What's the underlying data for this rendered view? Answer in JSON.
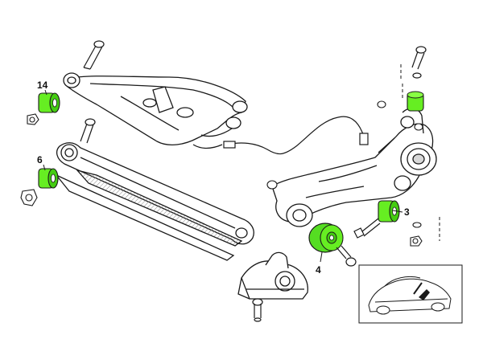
{
  "diagram": {
    "callouts": [
      {
        "id": "14",
        "label": "14"
      },
      {
        "id": "6",
        "label": "6"
      },
      {
        "id": "3",
        "label": "3"
      },
      {
        "id": "4",
        "label": "4"
      }
    ],
    "colors": {
      "line": "#1a1a1a",
      "bushing": "#66ee22",
      "bushing_dark": "#33aa11",
      "part_fill": "#ffffff",
      "shade": "#d8d8d8"
    }
  }
}
